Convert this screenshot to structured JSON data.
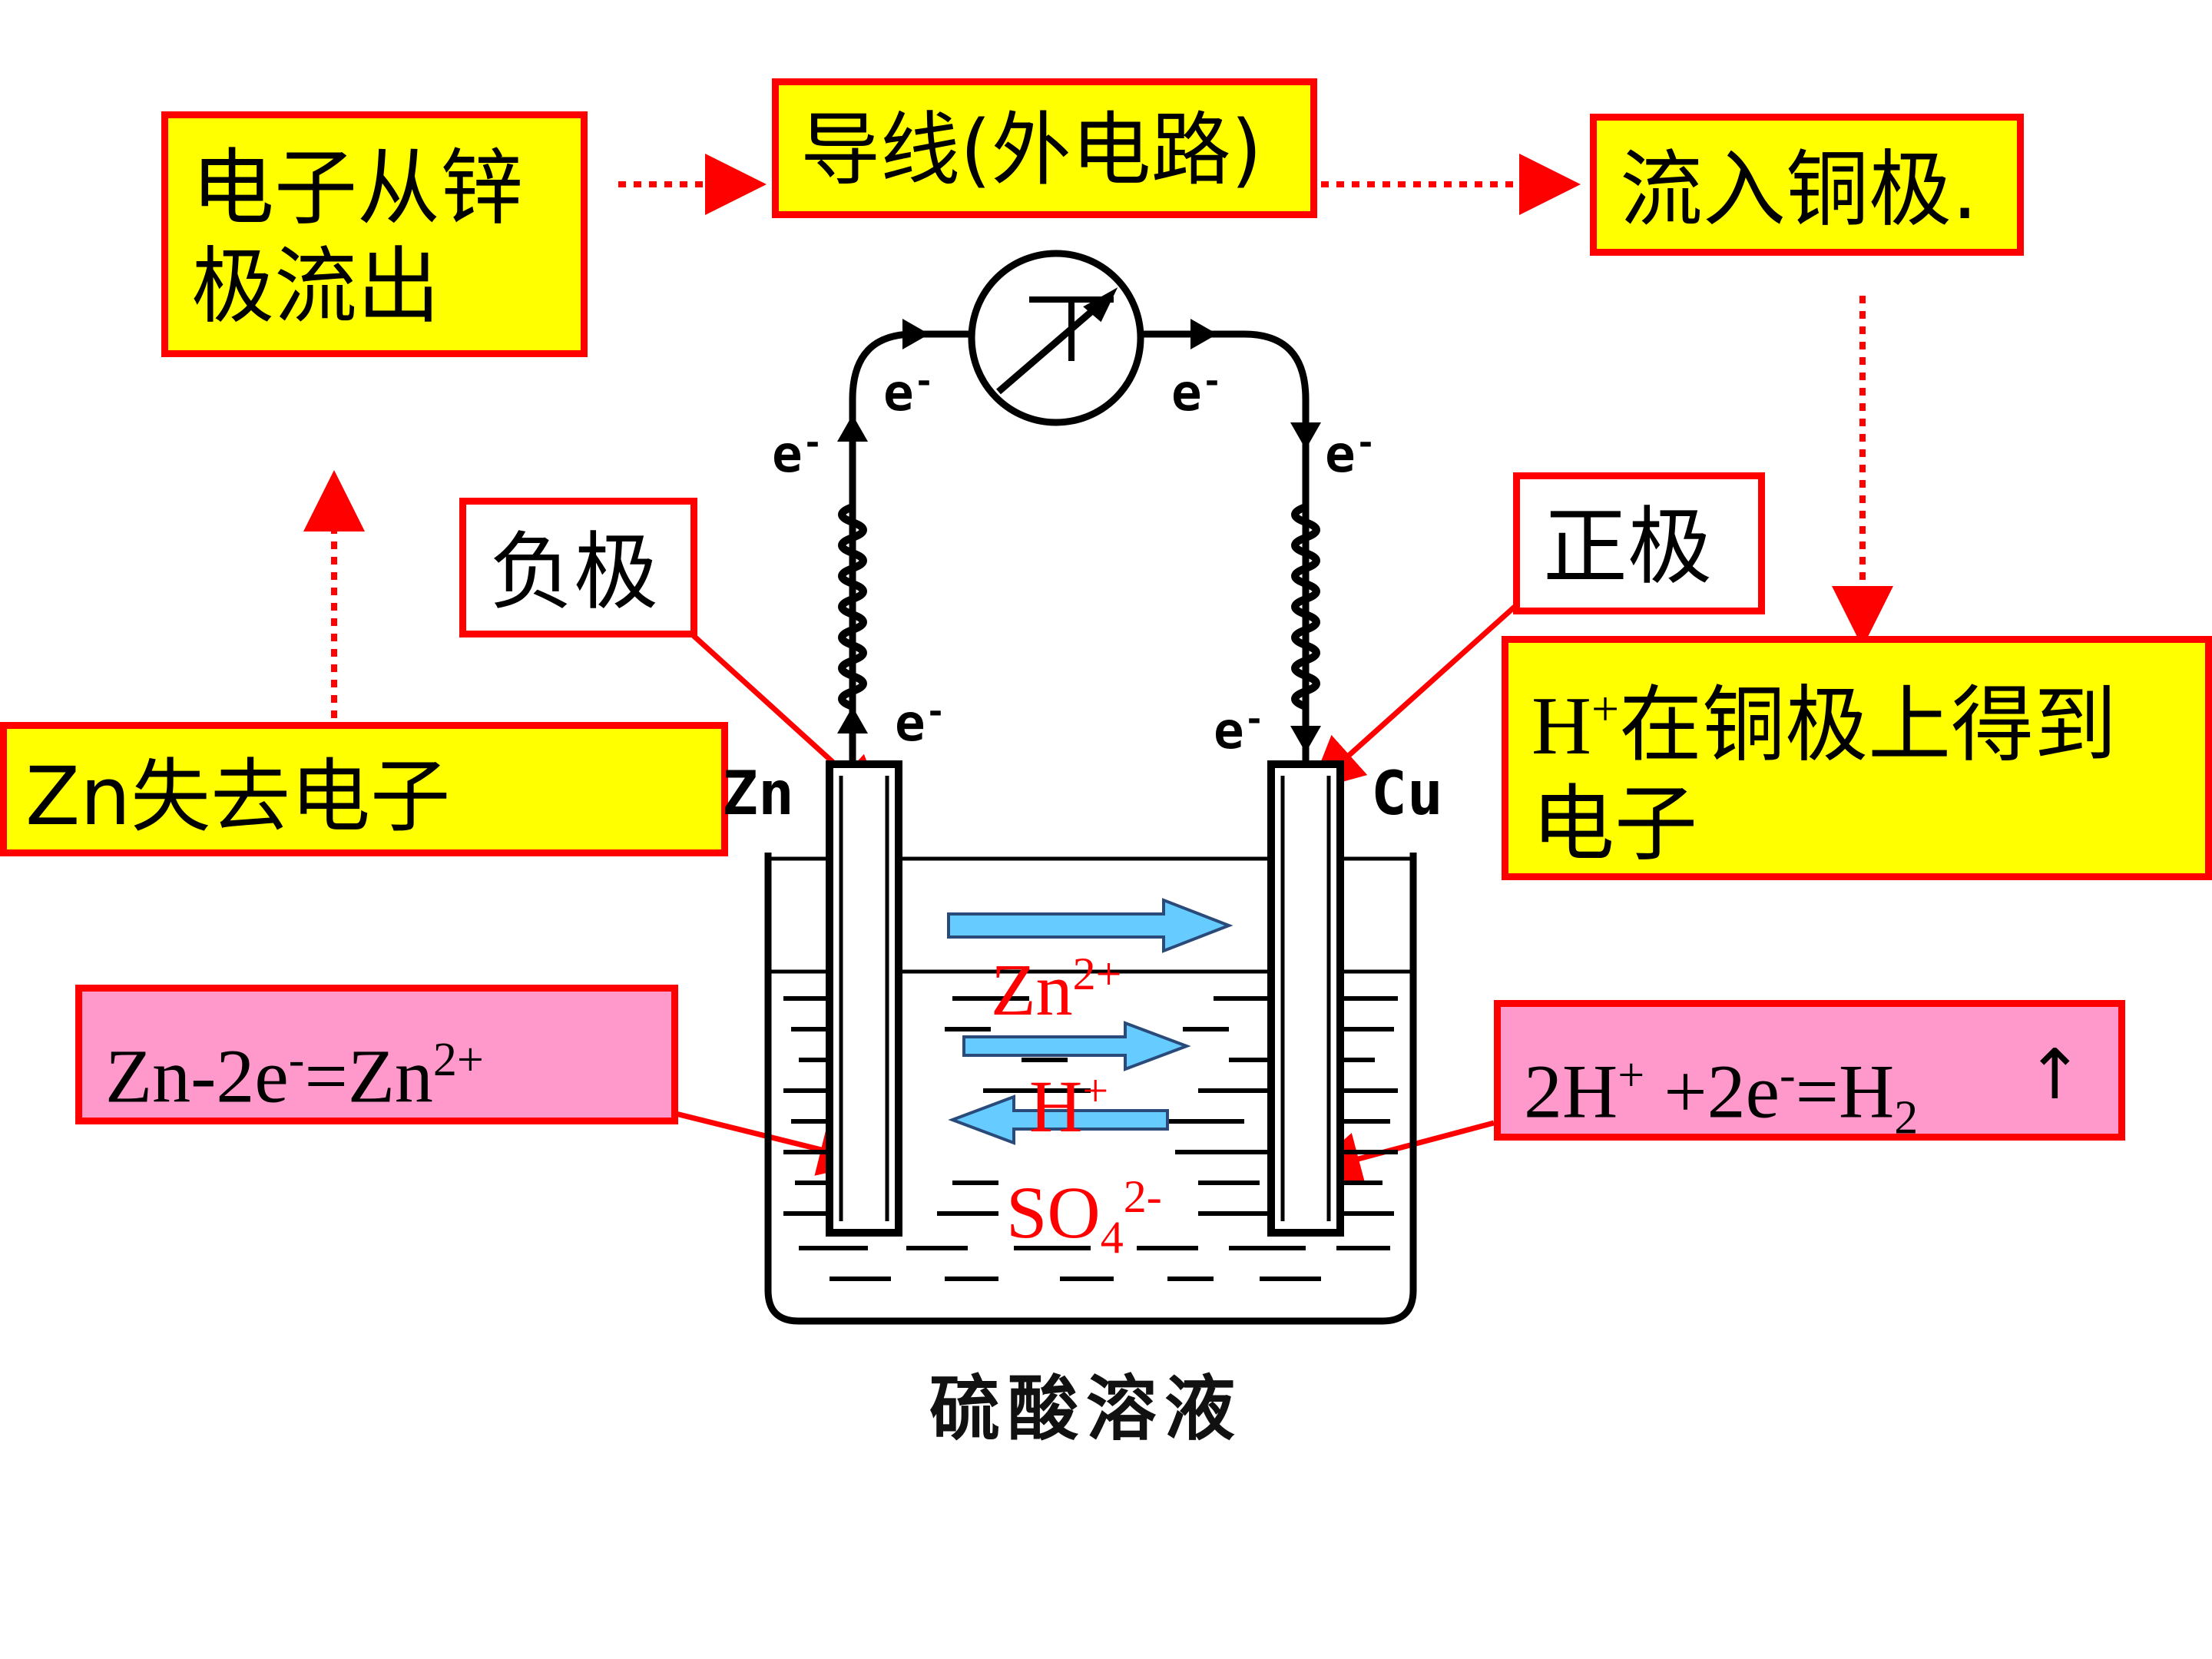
{
  "boxes": {
    "electron_out": "电子从锌\n极流出",
    "wire": "导线(外电路)",
    "flow_in": "流入铜极.",
    "negative": "负极",
    "positive": "正极",
    "zn_lose": "Zn失去电子",
    "h_gain_text": "在铜极上得到\n电子",
    "zn_eq": {
      "a": "Zn-2e",
      "b": "-",
      "c": "=Zn",
      "d": "2+"
    },
    "h_eq": {
      "a": "2H",
      "b": "+",
      "c": " +2e",
      "d": "-",
      "e": "=H",
      "f": "2",
      "g": "↑"
    }
  },
  "ions": {
    "zn": {
      "base": "Zn",
      "sup": "2+"
    },
    "h": {
      "base": "H",
      "sup": "+"
    },
    "so4": {
      "base": "SO",
      "sub": "4",
      "sup": "2-"
    }
  },
  "labels": {
    "zn_electrode": "Zn",
    "cu_electrode": "Cu",
    "electron": "e",
    "electron_charge": "-",
    "solution": "硫酸溶液",
    "h_ion": "H",
    "h_ion_charge": "+"
  },
  "colors": {
    "box_border": "#ff0000",
    "yellow_fill": "#ffff00",
    "pink_fill": "#ff99cc",
    "ion_arrow": "#66ccff",
    "ion_text": "#ff0000"
  }
}
